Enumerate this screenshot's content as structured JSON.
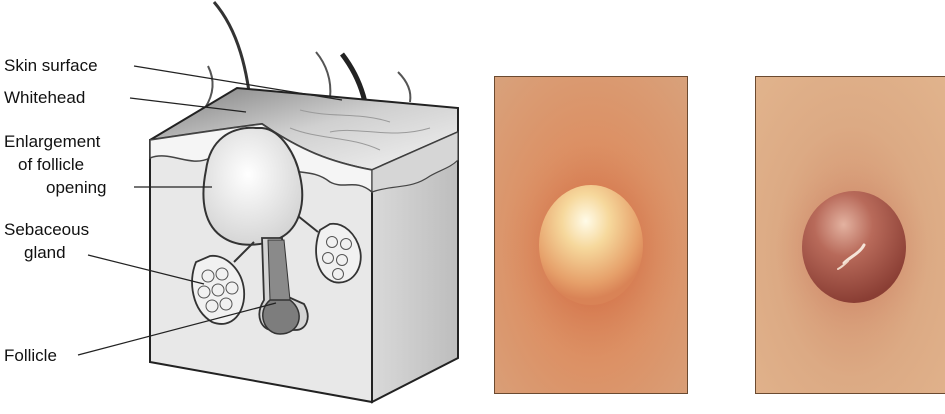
{
  "labels": {
    "skin_surface": "Skin surface",
    "whitehead": "Whitehead",
    "enlargement_line1": "Enlargement",
    "enlargement_line2": "of follicle",
    "enlargement_line3": "opening",
    "sebaceous_line1": "Sebaceous",
    "sebaceous_line2": "gland",
    "follicle": "Follicle"
  },
  "colors": {
    "skin_tan": "#d9a37a",
    "pimple_white": "#fff3d6",
    "pimple_inflamed": "#a04a3c",
    "outline": "#222222"
  }
}
